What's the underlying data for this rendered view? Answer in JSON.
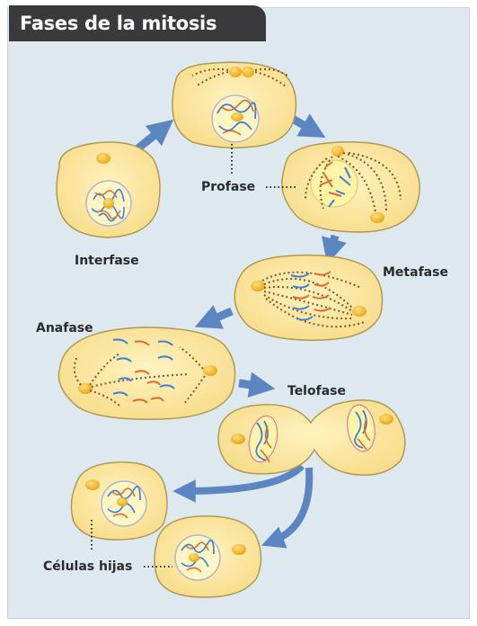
{
  "title": "Fases de la mitosis",
  "phases": {
    "interfase": "Interfase",
    "profase": "Profase",
    "metafase": "Metafase",
    "anafase": "Anafase",
    "telofase": "Telofase",
    "celulas_hijas": "Células hijas"
  },
  "colors": {
    "panel": "#dde8ef",
    "cell_fill": "#fbeaa6",
    "cell_stroke": "#b09a52",
    "nucleus_fill": "#fff6c4",
    "arrow": "#5c86c2",
    "title_bg": "#3a3a3c",
    "chromosome_blue": "#3e7fd8",
    "chromosome_orange": "#e06a2a",
    "spindle_brown": "#8a5128",
    "centrosome": "#f1b21e"
  }
}
